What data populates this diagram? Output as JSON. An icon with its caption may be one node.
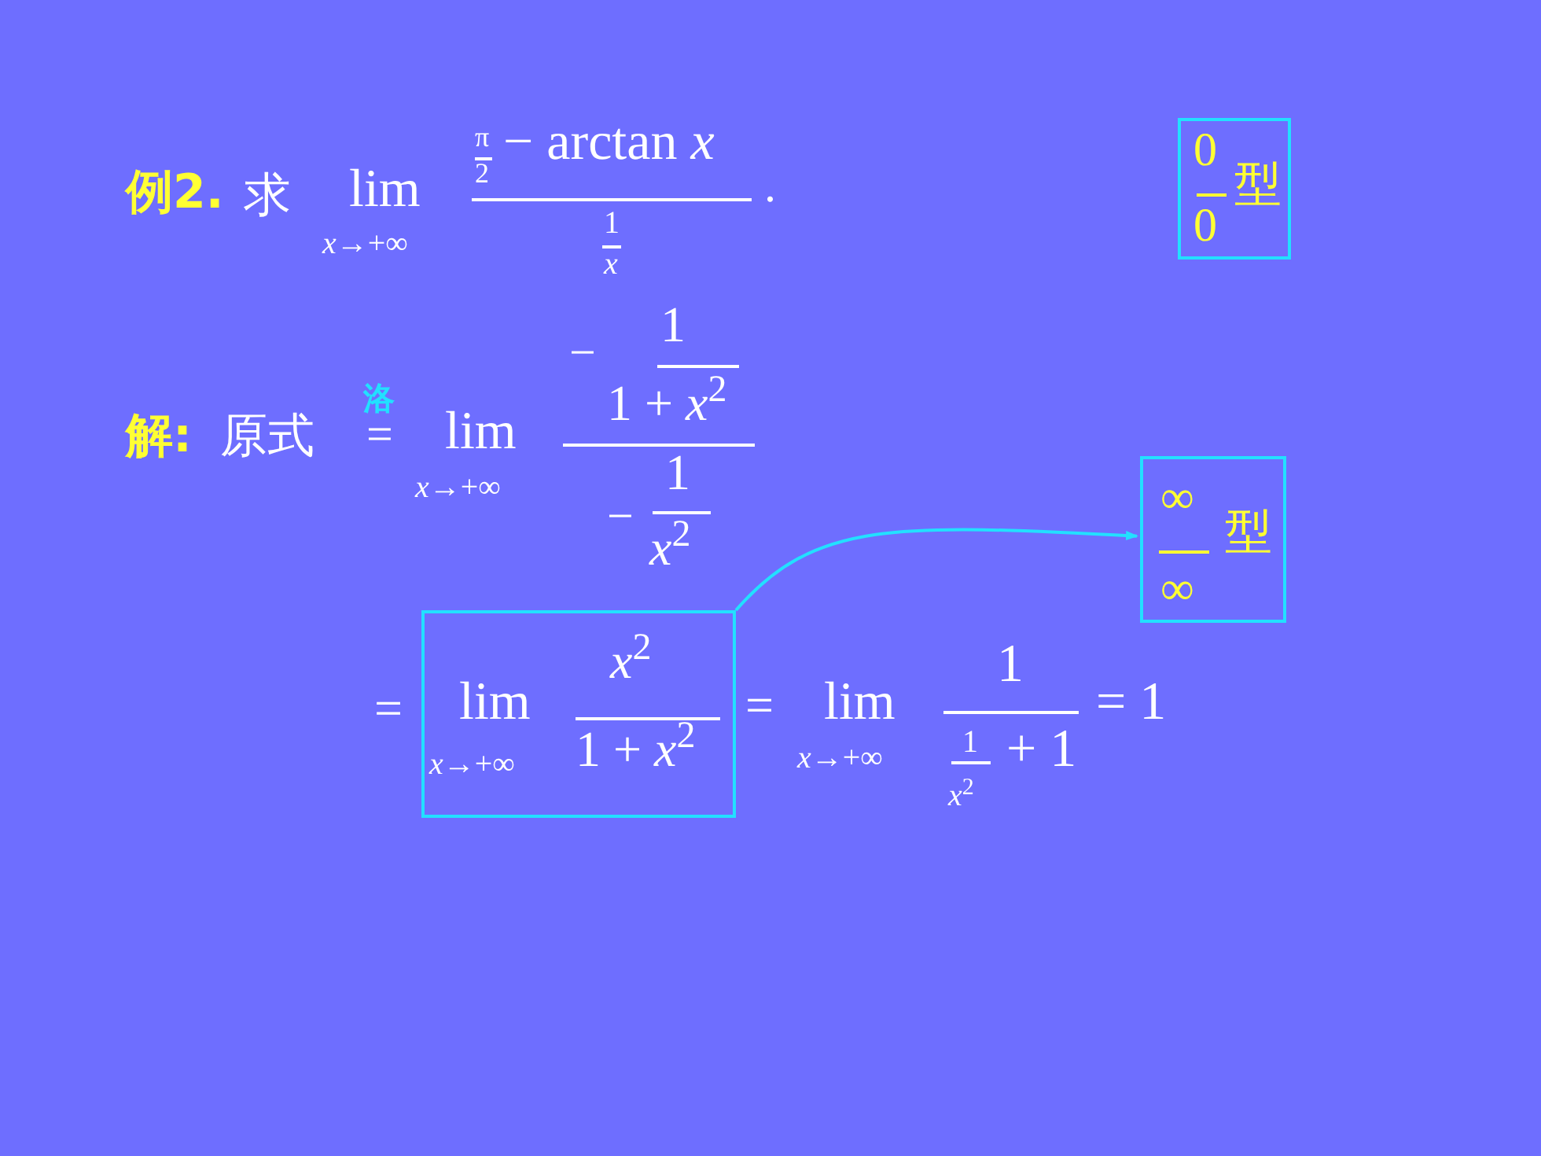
{
  "diagram": {
    "nodes": [
      {
        "text": [
          "0",
          "0",
          "型"
        ]
      },
      {
        "text": [
          "∞",
          "∞",
          "型"
        ]
      },
      {
        "text": [
          "lim",
          "*x*→+∞",
          "*x*$^{2}$",
          "1 + *x*$^{2}$"
        ]
      }
    ],
    "edges": [
      {
        "from": 2,
        "to": 1,
        "arrow": "to"
      }
    ],
    "labels": [
      "例2.",
      "求",
      "lim",
      "*x*→+∞",
      "π",
      "2",
      "− arctan *x*",
      "1",
      "*x*",
      ".",
      "解:",
      "原式",
      "洛",
      "=",
      "lim",
      "*x*→+∞",
      "−",
      "1",
      "1 + *x*$^{2}$",
      "−",
      "1",
      "*x*$^{2}$",
      "=",
      "=",
      "lim",
      "*x*→+∞",
      "1",
      "1",
      "*x*$^{2}$",
      "+ 1",
      "= 1"
    ]
  }
}
